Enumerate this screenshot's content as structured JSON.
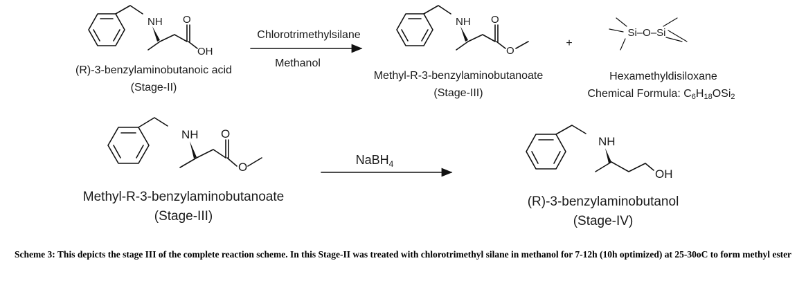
{
  "row1": {
    "reactant": {
      "name": "(R)-3-benzylaminobutanoic acid",
      "stage": "(Stage-II)",
      "atoms": {
        "nh": "NH",
        "o": "O",
        "oh": "OH"
      }
    },
    "reagent_top": "Chlorotrimethylsilane",
    "reagent_bottom": "Methanol",
    "product": {
      "name": "Methyl-R-3-benzylaminobutanoate",
      "stage": "(Stage-III)",
      "atoms": {
        "nh": "NH",
        "o1": "O",
        "o2": "O"
      }
    },
    "plus": "+",
    "byproduct": {
      "name": "Hexamethyldisiloxane",
      "formula_prefix": "Chemical Formula: C",
      "c": "6",
      "h": "H",
      "hnum": "18",
      "o": "OSi",
      "si": "2",
      "struct": "Si–O–Si"
    }
  },
  "row2": {
    "reactant": {
      "name": "Methyl-R-3-benzylaminobutanoate",
      "stage": "(Stage-III)",
      "atoms": {
        "nh": "NH",
        "o1": "O",
        "o2": "O"
      }
    },
    "reagent": {
      "base": "NaBH",
      "sub": "4"
    },
    "product": {
      "name": "(R)-3-benzylaminobutanol",
      "stage": "(Stage-IV)",
      "atoms": {
        "nh": "NH",
        "oh": "OH"
      }
    }
  },
  "caption": "Scheme 3: This depicts the stage III of the complete reaction scheme. In this Stage-II was treated with chlorotrimethyl silane in methanol for 7-12h (10h optimized) at 25-30oC to form methyl ester"
}
